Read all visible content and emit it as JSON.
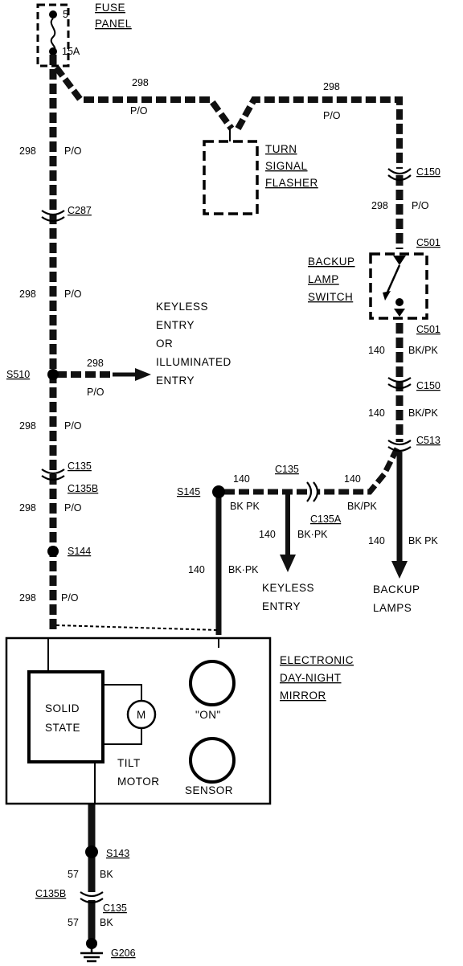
{
  "fuse_panel": {
    "line1": "FUSE",
    "line2": "PANEL",
    "pin_top": "5",
    "pin_bottom": "15A"
  },
  "circuits": {
    "c298": "298",
    "po": "P/O",
    "c140": "140",
    "bkpk": "BK/PK",
    "bkpk_space": "BK PK",
    "bkpk_dot": "BK·PK",
    "c57": "57",
    "bk": "BK"
  },
  "connectors": {
    "c287": "C287",
    "c150": "C150",
    "c501": "C501",
    "c135": "C135",
    "c135b": "C135B",
    "c135a": "C135A",
    "c513": "C513"
  },
  "splices": {
    "s510": "S510",
    "s144": "S144",
    "s145": "S145",
    "s143": "S143"
  },
  "ground": "G206",
  "turn_signal_flasher": {
    "line1": "TURN",
    "line2": "SIGNAL",
    "line3": "FLASHER"
  },
  "backup_lamp_switch": {
    "line1": "BACKUP",
    "line2": "LAMP",
    "line3": "SWITCH"
  },
  "keyless_entry_illum": {
    "line1": "KEYLESS",
    "line2": "ENTRY",
    "line3": "OR",
    "line4": "ILLUMINATED",
    "line5": "ENTRY"
  },
  "keyless_entry": {
    "line1": "KEYLESS",
    "line2": "ENTRY"
  },
  "backup_lamps": {
    "line1": "BACKUP",
    "line2": "LAMPS"
  },
  "mirror": {
    "title1": "ELECTRONIC",
    "title2": "DAY-NIGHT",
    "title3": "MIRROR",
    "solid_state1": "SOLID",
    "solid_state2": "STATE",
    "motor_symbol": "M",
    "tilt1": "TILT",
    "tilt2": "MOTOR",
    "on_label": "\"ON\"",
    "sensor_label": "SENSOR"
  }
}
